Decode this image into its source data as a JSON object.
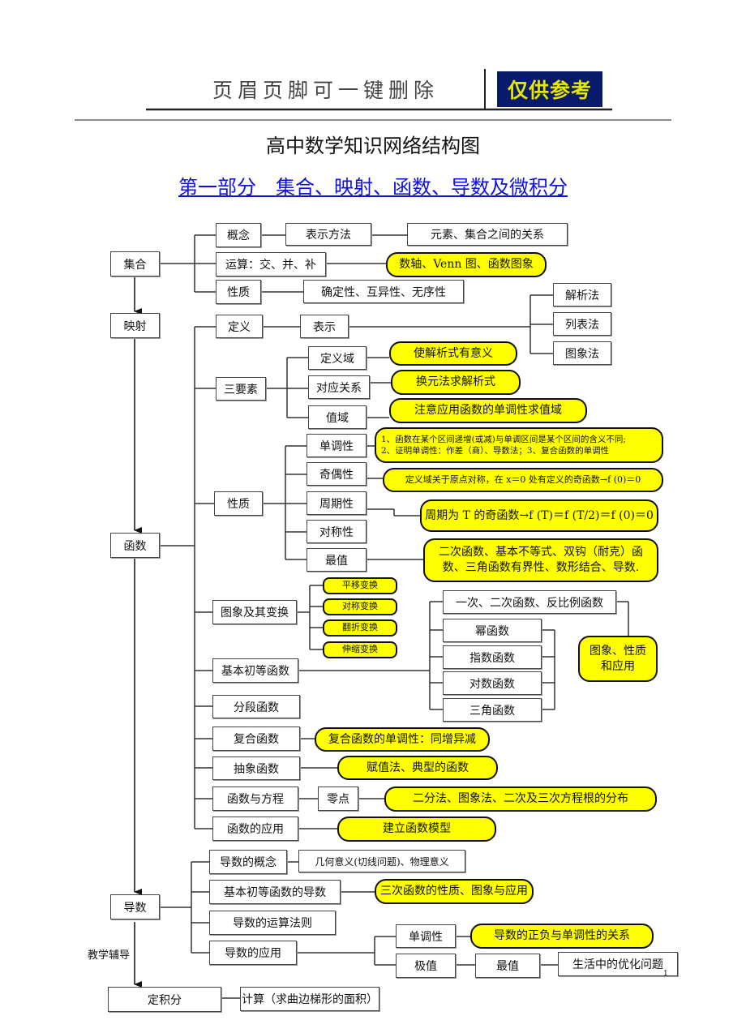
{
  "header": {
    "watermark_text": "页眉页脚可一键删除",
    "badge": "仅供参考",
    "badge_bg": "#0a1a6a",
    "badge_fg": "#e6e600"
  },
  "title": "高中数学知识网络结构图",
  "subtitle": "第一部分　集合、映射、函数、导数及微积分",
  "colors": {
    "highlight": "#ffff00",
    "subtitle": "#1010e0"
  },
  "nodes": {
    "jihe": "集合",
    "yingshe": "映射",
    "hanshu": "函数",
    "daoshu": "导数",
    "dingjifen": "定积分",
    "set_concept": "概念",
    "set_repr": "表示方法",
    "set_relation": "元素、集合之间的关系",
    "set_ops": "运算：交、并、补",
    "set_ops_note": "数轴、Venn 图、函数图象",
    "set_props": "性质",
    "set_props_detail": "确定性、互异性、无序性",
    "f_def": "定义",
    "f_repr": "表示",
    "f_repr_1": "解析法",
    "f_repr_2": "列表法",
    "f_repr_3": "图象法",
    "f_three": "三要素",
    "f_domain": "定义域",
    "f_domain_note": "使解析式有意义",
    "f_corr": "对应关系",
    "f_corr_note": "换元法求解析式",
    "f_range": "值域",
    "f_range_note": "注意应用函数的单调性求值域",
    "f_props": "性质",
    "f_mono": "单调性",
    "f_mono_note_1": "1、函数在某个区间递增(或减)与单调区间是某个区间的含义不同;",
    "f_mono_note_2": "2、证明单调性：作差（商）、导数法；3、复合函数的单调性",
    "f_parity": "奇偶性",
    "f_parity_note": "定义域关于原点对称，在 x＝0 处有定义的奇函数→f (0)＝0",
    "f_period": "周期性",
    "f_period_note": "周期为 T 的奇函数→f (T)＝f (T/2)＝f (0)＝0",
    "f_sym": "对称性",
    "f_extreme": "最值",
    "f_extreme_note": "二次函数、基本不等式、双钩（耐克）函数、三角函数有界性、数形结合、导数.",
    "f_graph": "图象及其变换",
    "f_graph_1": "平移变换",
    "f_graph_2": "对称变换",
    "f_graph_3": "翻折变换",
    "f_graph_4": "伸缩变换",
    "f_basic": "基本初等函数",
    "f_basic_1": "一次、二次函数、反比例函数",
    "f_basic_2": "幂函数",
    "f_basic_3": "指数函数",
    "f_basic_4": "对数函数",
    "f_basic_5": "三角函数",
    "f_basic_note": "图象、性质和应用",
    "f_piecewise": "分段函数",
    "f_composite": "复合函数",
    "f_composite_note": "复合函数的单调性：同增异减",
    "f_abstract": "抽象函数",
    "f_abstract_note": "赋值法、典型的函数",
    "f_equation": "函数与方程",
    "f_zero": "零点",
    "f_zero_note": "二分法、图象法、二次及三次方程根的分布",
    "f_apply": "函数的应用",
    "f_apply_note": "建立函数模型",
    "d_concept": "导数的概念",
    "d_concept_note": "几何意义(切线问题)、物理意义",
    "d_basic": "基本初等函数的导数",
    "d_basic_note": "三次函数的性质、图象与应用",
    "d_rules": "导数的运算法则",
    "d_apply": "导数的应用",
    "d_mono": "单调性",
    "d_mono_note": "导数的正负与单调性的关系",
    "d_extreme": "极值",
    "d_max": "最值",
    "d_opt": "生活中的优化问题",
    "int_calc": "计算（求曲边梯形的面积）"
  },
  "footer": {
    "label": "教学辅导",
    "page": "1"
  }
}
